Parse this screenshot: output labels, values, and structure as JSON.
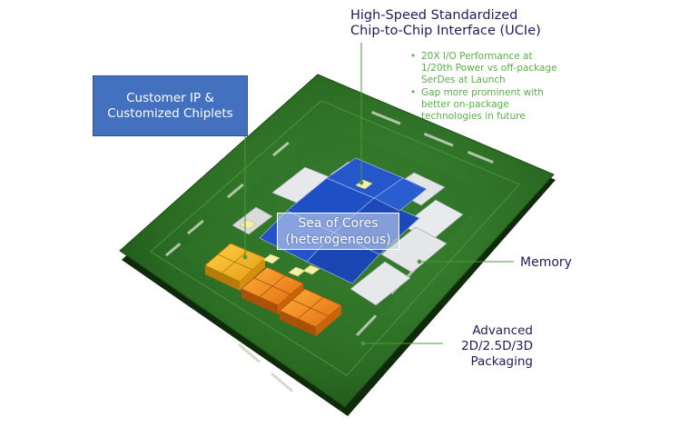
{
  "labels": {
    "ucie_line1": "High-Speed Standardized",
    "ucie_line2": "Chip-to-Chip Interface (UCIe)",
    "customer_line1": "Customer IP &",
    "customer_line2": "Customized Chiplets",
    "soc_line1": "Sea of Cores",
    "soc_line2": "(heterogeneous)",
    "memory": "Memory",
    "packaging_line1": "Advanced",
    "packaging_line2": "2D/2.5D/3D",
    "packaging_line3": "Packaging"
  },
  "bullets": [
    {
      "line1": "20X I/O Performance at",
      "line2": "1/20th Power vs off-package",
      "line3": "SerDes at Launch"
    },
    {
      "line1": "Gap more prominent with",
      "line2": "better on-package",
      "line3": "technologies in future"
    }
  ],
  "colors": {
    "label_text": "#1b1e5a",
    "bullet_text": "#5ab04a",
    "callout_fill": "#4470c0",
    "substrate": "#2a6a22",
    "core_tiles": "#1f4fc4",
    "chiplet_yellow": "#f2b418",
    "chiplet_orange": "#f08a1a",
    "leader_lines": "#4c9a3c"
  }
}
